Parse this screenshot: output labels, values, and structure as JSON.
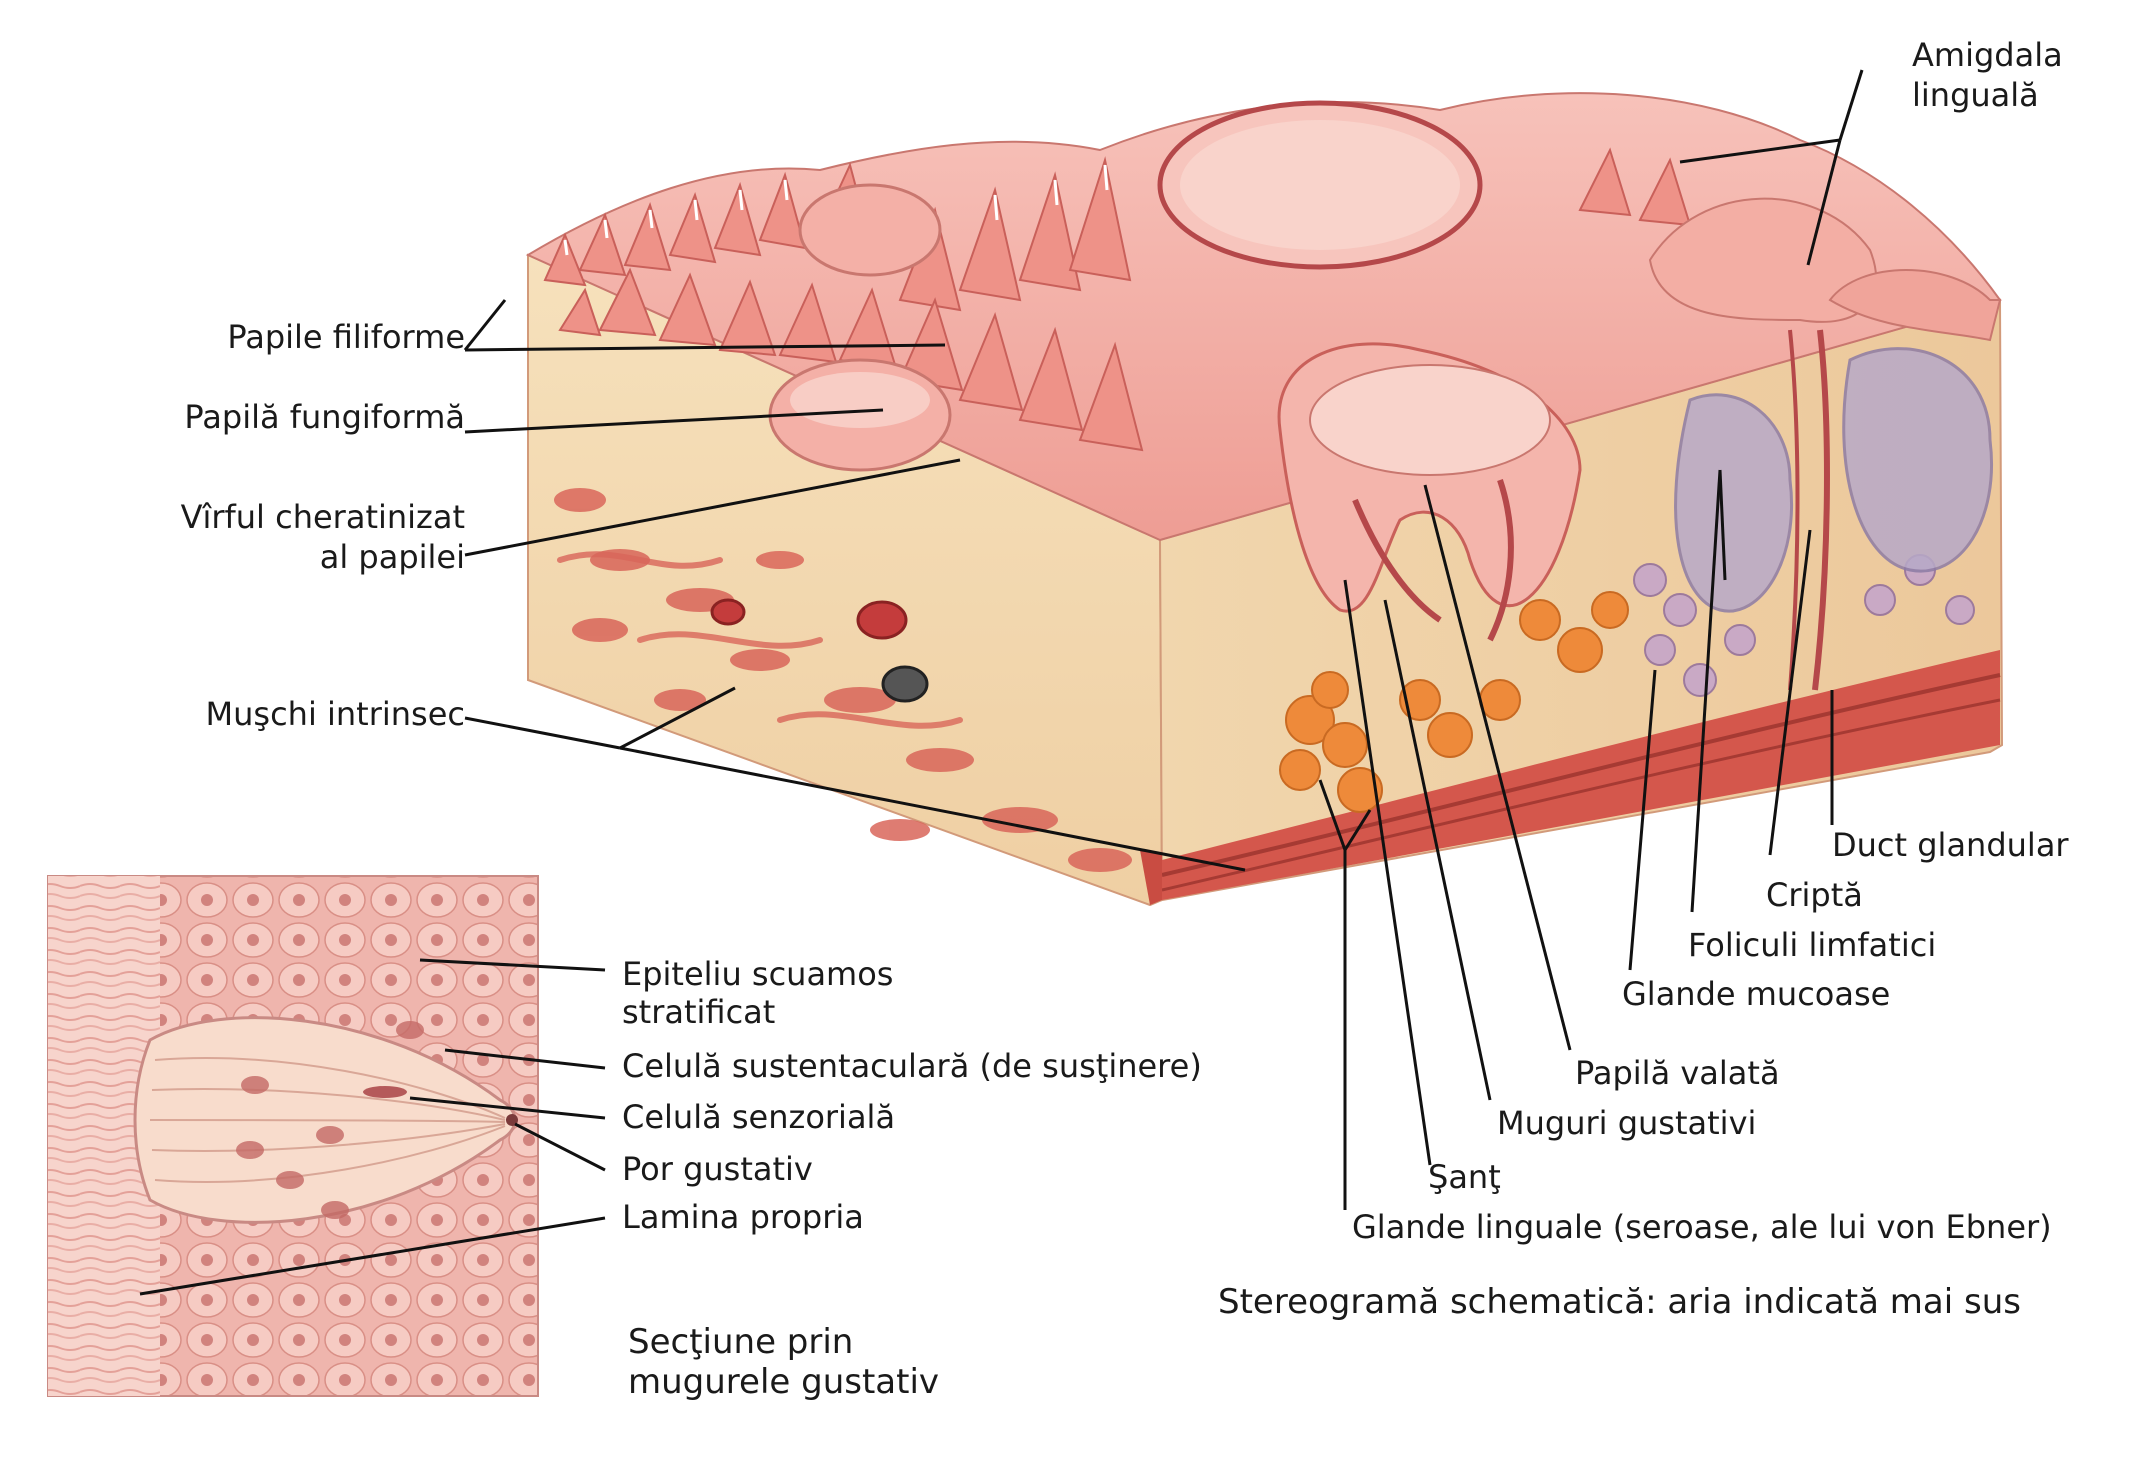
{
  "colors": {
    "papilla_pink": "#f2a39c",
    "papilla_light": "#f7c6bd",
    "tissue_cream": "#f3dcb4",
    "muscle_red": "#d4574c",
    "gland_orange": "#ee8a3a",
    "lymph_violet": "#b7a9c8",
    "line": "#111111"
  },
  "labels": {
    "papile_filiforme": "Papile filiforme",
    "papila_fungiforma": "Papilă fungiformă",
    "virful_line1": "Vîrful cheratinizat",
    "virful_line2": "al papilei",
    "muschi_intrinsec": "Muşchi intrinsec",
    "amigdala_line1": "Amigdala",
    "amigdala_line2": "linguală",
    "duct_glandular": "Duct glandular",
    "cripta": "Criptă",
    "foliculi_limfatici": "Foliculi limfatici",
    "glande_mucoase": "Glande mucoase",
    "papila_valata": "Papilă valată",
    "muguri_gustativi": "Muguri gustativi",
    "sant": "Şanţ",
    "glande_linguale": "Glande linguale (seroase, ale lui von Ebner)",
    "stereograma": "Stereogramă schematică: aria indicată mai sus",
    "epiteliu_line1": "Epiteliu scuamos",
    "epiteliu_line2": "stratificat",
    "celula_sustentaculara": "Celulă sustentaculară (de susţinere)",
    "celula_senzoriala": "Celulă senzorială",
    "por_gustativ": "Por gustativ",
    "lamina_propria": "Lamina propria",
    "sectiune_line1": "Secţiune prin",
    "sectiune_line2": "mugurele gustativ"
  }
}
